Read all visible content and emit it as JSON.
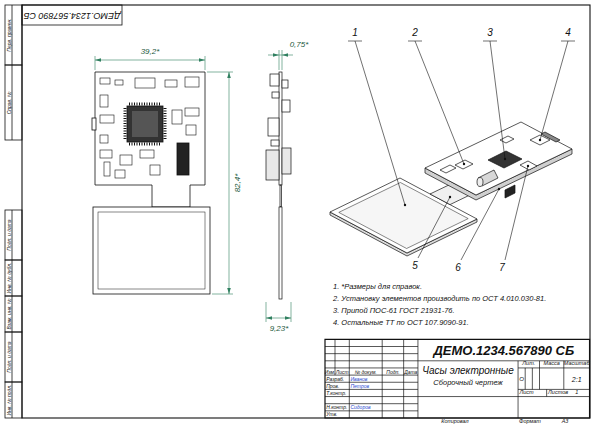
{
  "diagram": {
    "labels": [
      "ДЕМО.1234.567890 СБ",
      "39,2*",
      "82,4*",
      "0,75*",
      "9,23*",
      "1",
      "2",
      "3",
      "4",
      "5",
      "6",
      "7",
      "1. *Размеры для справок.",
      "2. Установку элементов производить по ОСТ 4.010.030-81.",
      "3. Припой ПОС-61 ГОСТ 21931-76.",
      "4. Остальные ТТ по ОСТ 107.9090-91.",
      "ДЕМО.1234.567890 СБ",
      "Часы электронные",
      "Сборочный чертеж",
      "Лит.",
      "Масса",
      "Масштаб",
      "О",
      "2:1",
      "Лист",
      "Листов",
      "1",
      "Изм.",
      "Лист",
      "№ докум.",
      "Подп.",
      "Дата",
      "Разраб.",
      "Иванов",
      "Пров.",
      "Петров",
      "Т.контр.",
      "Н.контр.",
      "Сидоров",
      "Утв.",
      "Копировал",
      "Формат",
      "А3",
      "Перв. примен.",
      "Справ. №",
      "Подп. и дата",
      "Инв. № дубл.",
      "Взам. инв. №",
      "Подп. и дата",
      "Инв. № подл."
    ]
  }
}
